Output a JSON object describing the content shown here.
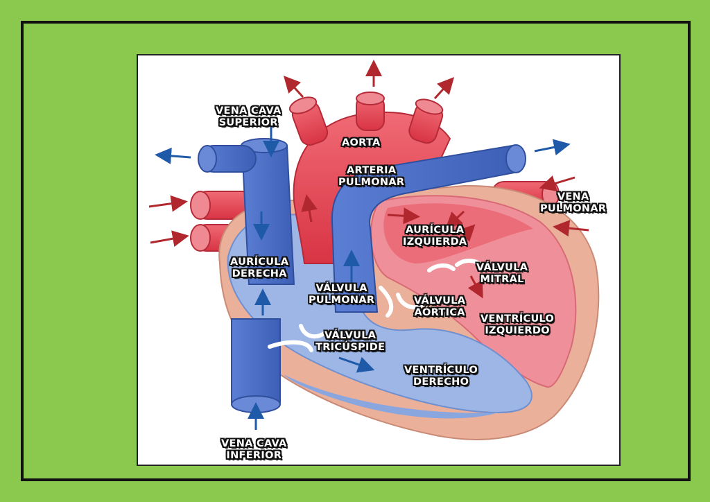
{
  "labels": {
    "vena_cava_superior": [
      "VENA CAVA",
      "SUPERIOR"
    ],
    "aorta": [
      "AORTA"
    ],
    "arteria_pulmonar": [
      "ARTERIA",
      "PULMONAR"
    ],
    "vena_pulmonar": [
      "VENA",
      "PULMONAR"
    ],
    "auricula_derecha": [
      "AURÍCULA",
      "DERECHA"
    ],
    "auricula_izquierda": [
      "AURÍCULA",
      "IZQUIERDA"
    ],
    "valvula_mitral": [
      "VÁLVULA",
      "MITRAL"
    ],
    "valvula_pulmonar": [
      "VÁLVULA",
      "PULMONAR"
    ],
    "valvula_aortica": [
      "VÁLVULA",
      "AÓRTICA"
    ],
    "ventriculo_izquierdo": [
      "VENTRÍCULO",
      "IZQUIERDO"
    ],
    "valvula_tricuspide": [
      "VÁLVULA",
      "TRICÚSPIDE"
    ],
    "ventriculo_derecho": [
      "VENTRÍCULO",
      "DERECHO"
    ],
    "vena_cava_inferior": [
      "VENA CAVA",
      "INFERIOR"
    ]
  },
  "colors": {
    "background": "#8bc94e",
    "oxygenated": "#e23a4a",
    "deoxygenated": "#4a6fc4",
    "muscle": "#eab09a",
    "arrow_red": "#b0282e",
    "arrow_blue": "#1f5aa8"
  }
}
